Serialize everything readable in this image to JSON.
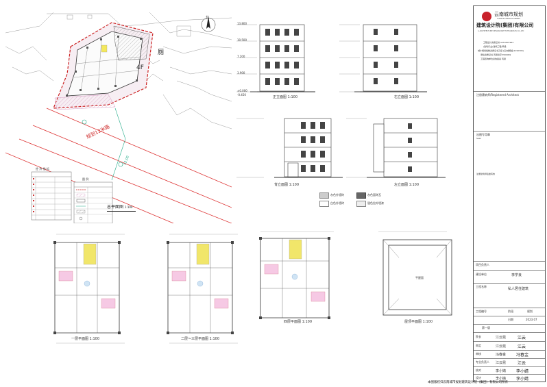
{
  "site_plan": {
    "building_label": "4F",
    "neighbor_label": "厕",
    "road_label": "规划12米路",
    "road_width": "12.00",
    "north_label": "北",
    "title": "总平面图",
    "scale": "1:100",
    "table_title": "经 济 指 标",
    "legend_title": "图 例"
  },
  "elevations": {
    "south_title": "正立面图",
    "east_title": "右立面图",
    "north_title": "背立面图",
    "west_title": "左立面图",
    "scale": "1:100",
    "levels": [
      "13.800",
      "10.500",
      "7.200",
      "3.900",
      "±0.000",
      "-0.450"
    ],
    "materials": [
      "灰色外墙砖",
      "灰色面砖瓦",
      "白色外墙砖",
      "银色拉外墙漆"
    ]
  },
  "plans": {
    "first_title": "一层平面图",
    "second_title": "二层～三层平面图",
    "fourth_title": "四层平面图",
    "roof_title": "屋顶平面图",
    "scale": "1:100",
    "roof_text": "平屋面"
  },
  "title_block": {
    "company_cn": "云南城市规划",
    "company_en": "YUNNAN URBAN PLANNING",
    "company_line2": "建筑设计院(集团)有限公司",
    "company_en2": "A ARCHITECTURE DESIGN INSTITUTE(GROUP) CO.,LTD",
    "cert_lines": [
      "工程设计资质证书 A253007963",
      "(建筑行业(建筑工程)甲级",
      "城乡规划编制资质证书乙级 [云]城规编(2190306)",
      "测绘资质证书 丙测资字5300069",
      "工程咨询单位资信备案 丙级"
    ],
    "stamp_label": "出图专用章",
    "registered_label": "注册建筑师/Registered Architect",
    "seal_label": "出图专用章",
    "seal_sub": "Seal",
    "note": "注册建筑师签章有效",
    "fields": [
      {
        "label": "项目负责人",
        "value": ""
      },
      {
        "label": "建设单位",
        "value": "李学良"
      },
      {
        "label": "工程名称",
        "value": "私人居住建筑"
      },
      {
        "label": "工程编号",
        "value": ""
      },
      {
        "label": "阶段",
        "value": "规划"
      },
      {
        "label": "日期",
        "value": "2023.07"
      },
      {
        "label": "版本",
        "value": "第一版"
      }
    ],
    "signers": [
      {
        "role": "院长",
        "name": "江云昆",
        "sig": "江云"
      },
      {
        "role": "审定",
        "name": "江云昆",
        "sig": "江云"
      },
      {
        "role": "审核",
        "name": "冯春金",
        "sig": "冯春金"
      },
      {
        "role": "专业负责人",
        "name": "江云昆",
        "sig": "江云"
      },
      {
        "role": "校对",
        "name": "李小婧",
        "sig": "李小婧"
      },
      {
        "role": "设计",
        "name": "李小婧",
        "sig": "李小婧"
      }
    ],
    "footer": "本图版权归云南城市规划建筑设计院（集团）有限公司所有"
  }
}
